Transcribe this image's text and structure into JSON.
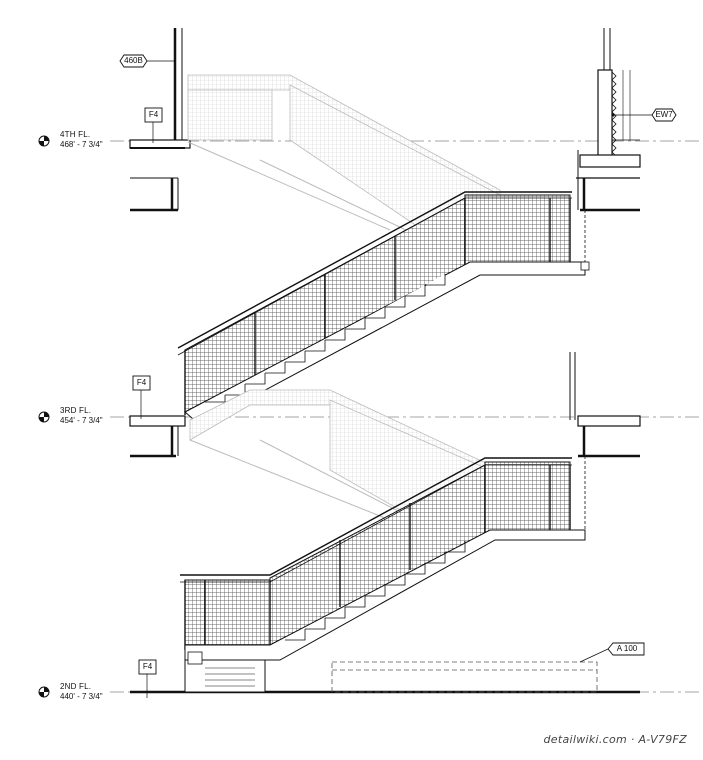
{
  "levels": [
    {
      "title": "4TH FL.",
      "elevation": "468' - 7 3/4\""
    },
    {
      "title": "3RD FL.",
      "elevation": "454' - 7 3/4\""
    },
    {
      "title": "2ND FL.",
      "elevation": "440' - 7 3/4\""
    }
  ],
  "tags": {
    "f4_fourth": "F4",
    "f4_third": "F4",
    "f4_second": "F4",
    "ref_460b": "460B",
    "ref_ew7": "EW7",
    "ref_a100": "A 100"
  },
  "watermark": "detailwiki.com · A-V79FZ"
}
